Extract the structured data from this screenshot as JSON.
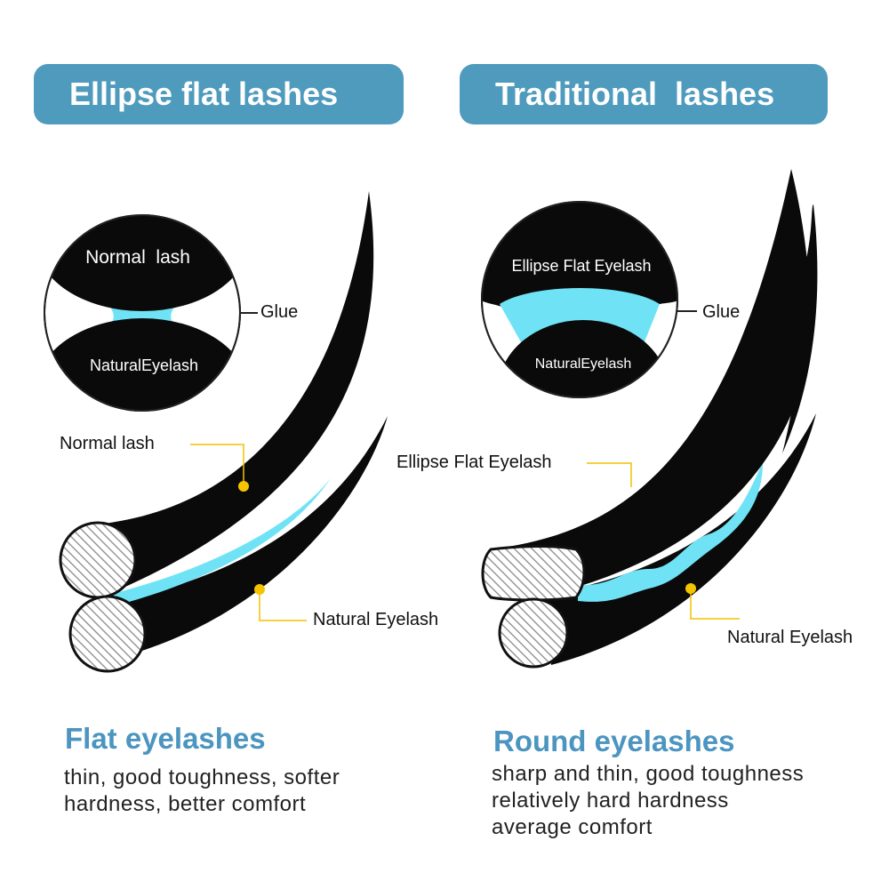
{
  "colors": {
    "banner_bg": "#4f9bbd",
    "heading_color": "#4b95c0",
    "glue": "#6fe3f5",
    "lash": "#0a0a0a",
    "callout_line": "#f2c200"
  },
  "left": {
    "banner_title": "Ellipse flat lashes",
    "inset_top_label": "Normal  lash",
    "inset_bottom_label": "NaturalEyelash",
    "glue_label": "Glue",
    "callout_top": "Normal lash",
    "callout_bottom": "Natural Eyelash",
    "heading": "Flat eyelashes",
    "desc_lines": [
      "thin, good toughness, softer",
      "hardness, better comfort"
    ]
  },
  "right": {
    "banner_title": "Traditional  lashes",
    "inset_top_label": "Ellipse Flat Eyelash",
    "inset_bottom_label": "NaturalEyelash",
    "glue_label": "Glue",
    "callout_top": "Ellipse Flat Eyelash",
    "callout_bottom": "Natural Eyelash",
    "heading": "Round eyelashes",
    "desc_lines": [
      "sharp and thin, good toughness",
      "relatively hard hardness",
      "average comfort"
    ]
  }
}
